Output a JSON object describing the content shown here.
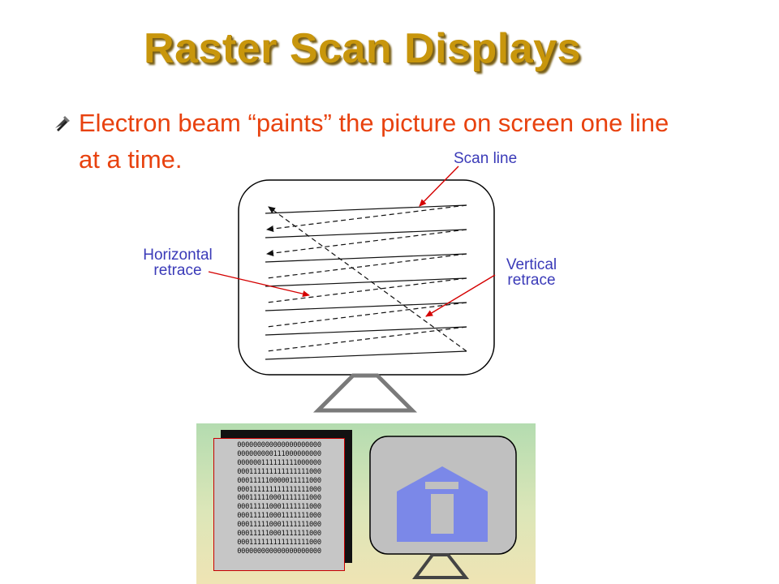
{
  "slide": {
    "title": "Raster Scan Displays",
    "bullets": [
      "Electron beam “paints” the picture on screen one line at a time."
    ]
  },
  "diagram": {
    "labels": {
      "scan_line": "Scan line",
      "horizontal_retrace": [
        "Horizontal",
        "retrace"
      ],
      "vertical_retrace": [
        "Vertical",
        "retrace"
      ]
    },
    "frame_buffer_bits": [
      "000000000000000000000",
      "000000000111000000000",
      "000000111111111000000",
      "000111111111111111000",
      "000111110000011111000",
      "000111111111111111000",
      "000111110001111111000",
      "000111110001111111000",
      "000111110001111111000",
      "000111110001111111000",
      "000111110001111111000",
      "000111111111111111000",
      "000000000000000000000"
    ],
    "colors": {
      "title": "#c8960c",
      "bullet_text": "#e8420f",
      "label_text": "#3a3ab8",
      "pointer_arrow": "#d40000",
      "house_icon": "#7b88e8",
      "monitor_stand": "#7a7a7a"
    }
  }
}
